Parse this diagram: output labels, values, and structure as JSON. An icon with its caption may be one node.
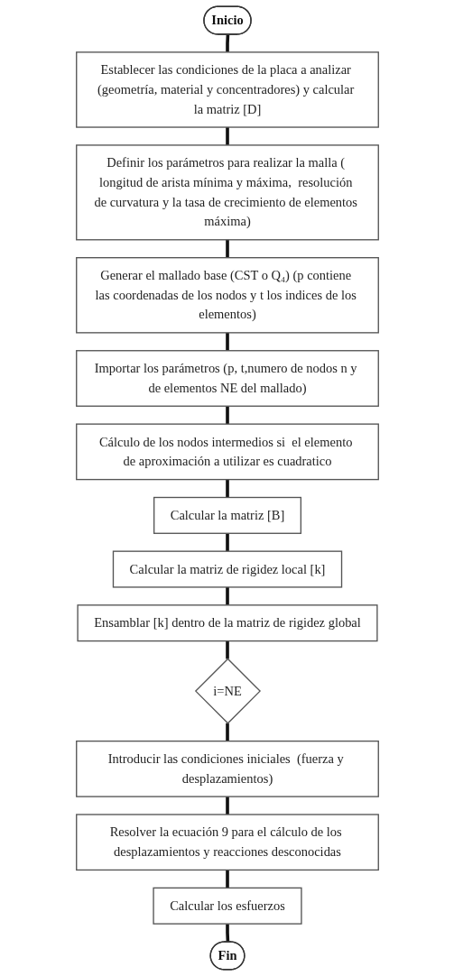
{
  "diagram": {
    "nodes": [
      {
        "text": [
          "Inicio"
        ]
      },
      {
        "text": [
          "Establecer las condiciones de la placa a analizar (geometría, material y concentradores) y calcular la matriz [D]"
        ]
      },
      {
        "text": [
          "Definir los parámetros para realizar la malla ( longitud de arista mínima y máxima,  resolución de curvatura y la tasa de crecimiento de elementos máxima)"
        ]
      },
      {
        "text": [
          "Generar el mallado base (CST o Q₄) (p contiene las coordenadas de los nodos y t los indices de los elementos)"
        ]
      },
      {
        "text": [
          "Importar los parámetros (p, t,numero de nodos n y de elementos NE del mallado)"
        ]
      },
      {
        "text": [
          "Cálculo de los nodos intermedios si  el elemento de aproximación a utilizar es cuadratico"
        ]
      },
      {
        "text": [
          "Calcular la matriz [B]"
        ]
      },
      {
        "text": [
          "Calcular la matriz de rigidez local [k]"
        ]
      },
      {
        "text": [
          "Ensamblar [k] dentro de la matriz de rigidez global"
        ]
      },
      {
        "text": [
          "i=NE"
        ]
      },
      {
        "text": [
          "Introducir las condiciones iniciales  (fuerza y desplazamientos)"
        ]
      },
      {
        "text": [
          "Resolver la ecuación 9 para el cálculo de los desplazamientos y reacciones desconocidas"
        ]
      },
      {
        "text": [
          "Calcular los esfuerzos"
        ]
      },
      {
        "text": [
          "Fin"
        ]
      }
    ],
    "edges": [
      {
        "from": 0,
        "to": 1,
        "arrow": "none"
      },
      {
        "from": 1,
        "to": 2,
        "arrow": "none"
      },
      {
        "from": 2,
        "to": 3,
        "arrow": "none"
      },
      {
        "from": 3,
        "to": 4,
        "arrow": "none"
      },
      {
        "from": 4,
        "to": 5,
        "arrow": "none"
      },
      {
        "from": 5,
        "to": 6,
        "arrow": "none"
      },
      {
        "from": 6,
        "to": 7,
        "arrow": "none"
      },
      {
        "from": 7,
        "to": 8,
        "arrow": "none"
      },
      {
        "from": 8,
        "to": 9,
        "arrow": "none"
      },
      {
        "from": 9,
        "to": 10,
        "arrow": "none"
      },
      {
        "from": 10,
        "to": 11,
        "arrow": "none"
      },
      {
        "from": 11,
        "to": 12,
        "arrow": "none"
      },
      {
        "from": 12,
        "to": 13,
        "arrow": "none"
      }
    ]
  }
}
